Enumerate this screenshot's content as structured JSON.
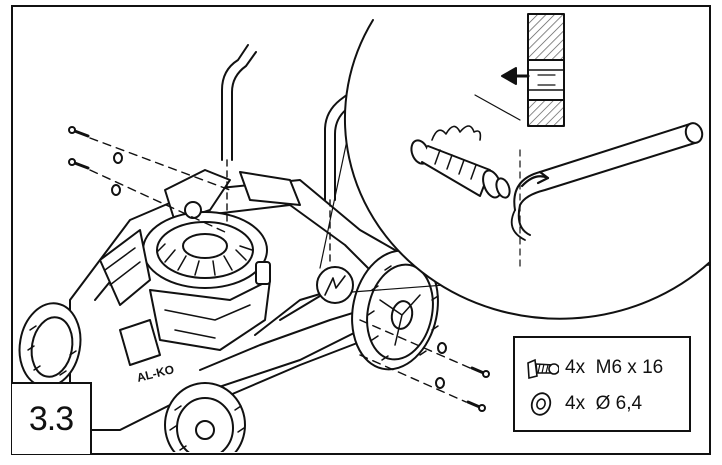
{
  "step": {
    "number": "3.3"
  },
  "brand_mark": "AL-KO",
  "parts": [
    {
      "icon": "screw-icon",
      "text": "4x  M6 x 16"
    },
    {
      "icon": "washer-icon",
      "text": "4x  Ø 6,4"
    }
  ],
  "colors": {
    "line": "#111111",
    "hatch": "#555555",
    "background": "#ffffff"
  }
}
